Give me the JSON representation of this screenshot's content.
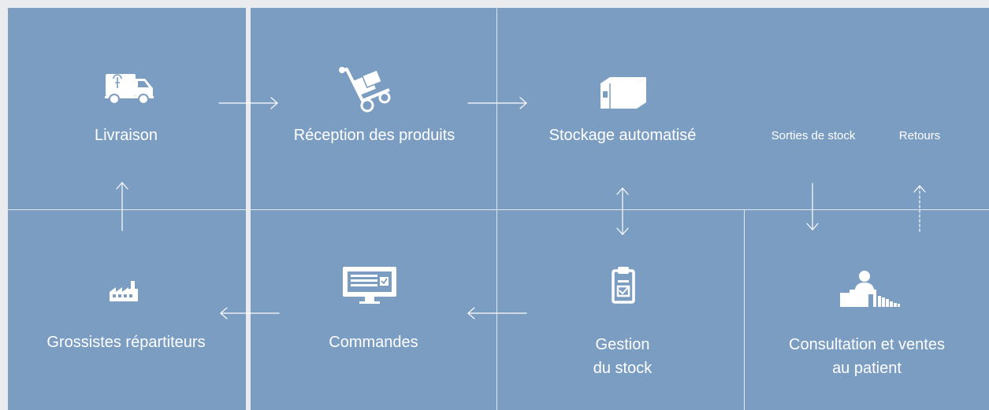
{
  "colors": {
    "panel": "#7b9dc2",
    "background": "#e9ebee",
    "text": "#ffffff"
  },
  "nodes": {
    "livraison": {
      "label": "Livraison",
      "icon": "delivery-van-icon"
    },
    "reception": {
      "label": "Réception des produits",
      "icon": "hand-truck-icon"
    },
    "stockage": {
      "label": "Stockage automatisé",
      "icon": "storage-box-icon"
    },
    "sorties": {
      "label": "Sorties de stock"
    },
    "retours": {
      "label": "Retours"
    },
    "grossistes": {
      "label": "Grossistes répartiteurs",
      "icon": "factory-icon"
    },
    "commandes": {
      "label": "Commandes",
      "icon": "computer-monitor-icon"
    },
    "gestion": {
      "label_line1": "Gestion",
      "label_line2": "du stock",
      "icon": "clipboard-checklist-icon"
    },
    "consultation": {
      "label_line1": "Consultation et ventes",
      "label_line2": "au patient",
      "icon": "pharmacist-counter-icon"
    }
  }
}
